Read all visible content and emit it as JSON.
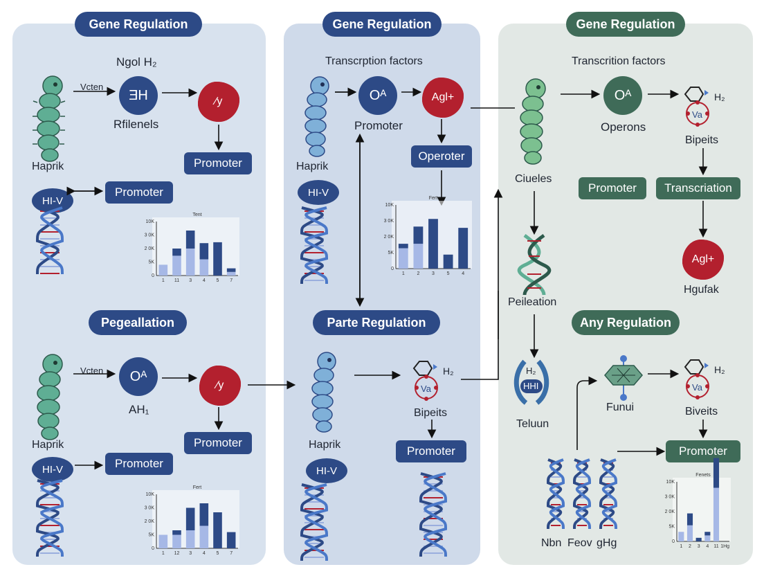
{
  "panels": {
    "left": {
      "title": "Gene Regulation",
      "subtitle": "Pegeallation",
      "top": {
        "formula": "Ngol H₂",
        "arrow_label": "Vcten",
        "node": "ƎH",
        "node_caption": "Rfilenels",
        "blob": "⁄y",
        "promoter": "Promoter",
        "creature": "Haprik",
        "oval": "HI-V",
        "promoter2": "Promoter"
      },
      "bottom": {
        "arrow_label": "Vcten",
        "node": "Oᴬ",
        "node_caption": "AH₁",
        "blob": "⁄y",
        "promoter": "Promoter",
        "creature": "Haprik",
        "oval": "HI-V",
        "promoter2": "Promoter"
      }
    },
    "middle": {
      "title": "Gene Regulation",
      "subtitle": "Parte Regulation",
      "top": {
        "header": "Transcrption factors",
        "node": "Oᴬ",
        "node_caption": "Promoter",
        "blob": "Agl+",
        "operator": "Operoter",
        "creature": "Haprik",
        "oval": "HI-V"
      },
      "bottom": {
        "hex_label": "H₂",
        "hex_inner": "Va",
        "hex_caption": "Bipeits",
        "promoter": "Promoter",
        "creature": "Haprik",
        "oval": "HI-V"
      }
    },
    "right": {
      "title": "Gene Regulation",
      "subtitle": "Any Regulation",
      "top": {
        "header": "Transcrition factors",
        "node": "Oᴬ",
        "node_caption": "Operons",
        "hex_label": "H₂",
        "hex_inner": "Va",
        "hex_caption": "Bipeits",
        "creature_caption": "Ciueles",
        "promoter": "Promoter",
        "transcription": "Transcriation",
        "blob": "Agl+",
        "blob_caption": "Hgufak",
        "dna_caption": "Peileation"
      },
      "bottom": {
        "enzyme_top": "H₂",
        "enzyme_inner": "HHI",
        "enzyme_caption": "Teluun",
        "protein_caption": "Funui",
        "hex_label": "H₂",
        "hex_inner": "Va",
        "hex_caption": "Biveits",
        "promoter": "Promoter",
        "dna_labels": [
          "Nbn",
          "Feov",
          "gHg"
        ]
      }
    }
  },
  "colors": {
    "blue": "#2d4a86",
    "green": "#3f6b58",
    "red": "#b3202e",
    "light_blue": "#9aaede",
    "panel_blue": "#dbe4ef",
    "panel_green": "#e3e9e6"
  },
  "chart_data": [
    {
      "type": "bar",
      "title": "Tent",
      "yticks": [
        "10K",
        "3 0K",
        "2 0K",
        "5K",
        "0"
      ],
      "categories": [
        "1",
        "11",
        "3",
        "4",
        "5",
        "7"
      ],
      "series": [
        {
          "values": [
            1.2,
            2.2,
            3.0,
            1.8,
            0,
            0.4
          ]
        },
        {
          "values": [
            0,
            0.8,
            2.0,
            1.8,
            3.7,
            0.4
          ]
        }
      ],
      "ylim": [
        0,
        6
      ]
    },
    {
      "type": "bar",
      "title": "Fert",
      "yticks": [
        "10K",
        "3 0K",
        "2 0K",
        "5K",
        "0"
      ],
      "categories": [
        "1",
        "2",
        "3",
        "5",
        "4"
      ],
      "series": [
        {
          "values": [
            3.2,
            3.9,
            0,
            0,
            0
          ]
        },
        {
          "values": [
            0.7,
            2.7,
            7.8,
            2.2,
            6.4
          ]
        }
      ],
      "ylim": [
        0,
        10
      ]
    },
    {
      "type": "bar",
      "title": "Fert",
      "yticks": [
        "10K",
        "3 0K",
        "2 0K",
        "5K",
        "0"
      ],
      "categories": [
        "1",
        "12",
        "3",
        "4",
        "5",
        "7"
      ],
      "series": [
        {
          "values": [
            1.5,
            1.5,
            2.0,
            2.5,
            0,
            0
          ]
        },
        {
          "values": [
            0,
            0.5,
            2.5,
            2.5,
            4.0,
            1.8
          ]
        }
      ],
      "ylim": [
        0,
        6
      ]
    },
    {
      "type": "bar",
      "title": "Fenets",
      "yticks": [
        "10K",
        "3 0K",
        "2 0K",
        "5K",
        "0"
      ],
      "categories": [
        "1",
        "2",
        "3",
        "4",
        "11",
        "1Hg"
      ],
      "series": [
        {
          "values": [
            1.6,
            2.7,
            0,
            1.0,
            9.0,
            0
          ]
        },
        {
          "values": [
            0,
            2.0,
            0.6,
            0.6,
            5.0,
            0
          ]
        }
      ],
      "ylim": [
        0,
        10
      ]
    }
  ]
}
